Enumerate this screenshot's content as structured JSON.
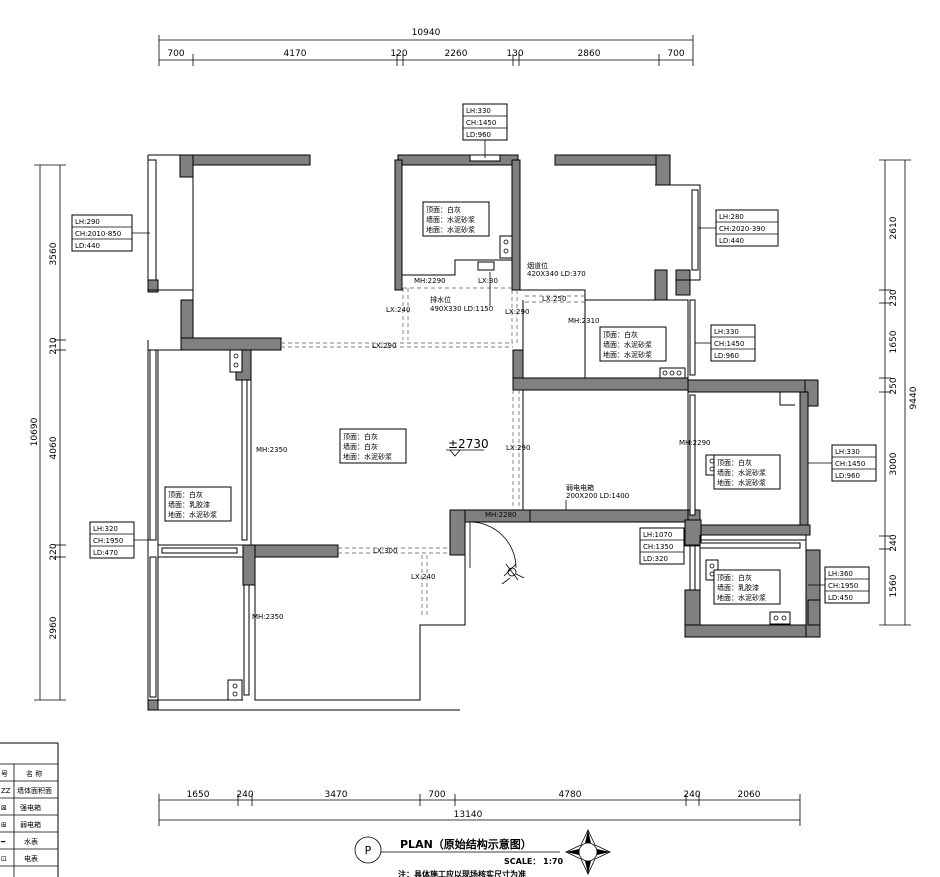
{
  "top_dims": {
    "total": "10940",
    "segments": [
      "700",
      "4170",
      "120",
      "2260",
      "130",
      "2860",
      "700"
    ]
  },
  "bottom_dims": {
    "total": "13140",
    "segments": [
      "1650",
      "240",
      "3470",
      "700",
      "4780",
      "240",
      "2060"
    ]
  },
  "left_dims": {
    "total": "10690",
    "segments": [
      "3560",
      "210",
      "4060",
      "220",
      "2960"
    ]
  },
  "right_dims": {
    "total": "9440",
    "segments": [
      "2610",
      "230",
      "1650",
      "250",
      "3000",
      "240",
      "1560"
    ]
  },
  "info_boxes": [
    {
      "lines": [
        "LH:330",
        "CH:1450",
        "LD:960"
      ]
    },
    {
      "lines": [
        "LH:290",
        "CH:2010-850",
        "LD:440"
      ]
    },
    {
      "lines": [
        "LH:280",
        "CH:2020-390",
        "LD:440"
      ]
    },
    {
      "lines": [
        "LH:330",
        "CH:1450",
        "LD:960"
      ]
    },
    {
      "lines": [
        "LH:320",
        "CH:1950",
        "LD:470"
      ]
    },
    {
      "lines": [
        "LH:330",
        "CH:1450",
        "LD:960"
      ]
    },
    {
      "lines": [
        "LH:1070",
        "CH:1350",
        "LD:320"
      ]
    },
    {
      "lines": [
        "LH:360",
        "CH:1950",
        "LD:450"
      ]
    }
  ],
  "room_notes": [
    {
      "lines": [
        "顶面：白灰",
        "墙面：水泥砂浆",
        "地面：水泥砂浆"
      ]
    },
    {
      "lines": [
        "顶面：白灰",
        "墙面：水泥砂浆",
        "地面：水泥砂浆"
      ]
    },
    {
      "lines": [
        "顶面：白灰",
        "墙面：白灰",
        "地面：水泥砂浆"
      ]
    },
    {
      "lines": [
        "顶面：白灰",
        "墙面：乳胶漆",
        "地面：水泥砂浆"
      ]
    },
    {
      "lines": [
        "顶面：白灰",
        "墙面：水泥砂浆",
        "地面：水泥砂浆"
      ]
    },
    {
      "lines": [
        "顶面：白灰",
        "墙面：乳胶漆",
        "地面：水泥砂浆"
      ]
    }
  ],
  "annotations": {
    "elevation": "±2730",
    "mh_2290_a": "MH:2290",
    "lx_30": "LX:30",
    "lx_240_a": "LX:240",
    "lx_290_a": "LX:290",
    "lx_250": "LX:250",
    "mh_2310": "MH:2310",
    "lx_290_b": "LX:290",
    "mh_2350_a": "MH:2350",
    "lx_290_c": "LX:290",
    "mh_2290_b": "MH:2290",
    "mh_2280": "MH:2280",
    "lx_300": "LX:300",
    "lx_240_b": "LX:240",
    "mh_2350_b": "MH:2350",
    "pipe1": "烟道位",
    "pipe1_size": "420X340  LD:370",
    "pipe2": "排水位",
    "pipe2_size": "490X330  LD:1150",
    "meter": "弱电电箱",
    "meter_size": "200X200  LD:1400"
  },
  "legend": {
    "headers": [
      "号",
      "名 称"
    ],
    "rows": [
      {
        "symbol": "ZZ",
        "name": "墙体面积面"
      },
      {
        "symbol": "⊠",
        "name": "强电箱"
      },
      {
        "symbol": "⊞",
        "name": "弱电箱"
      },
      {
        "symbol": "━",
        "name": "水表"
      },
      {
        "symbol": "⊡",
        "name": "电表"
      }
    ]
  },
  "title": {
    "symbol": "P",
    "name": "PLAN（原始结构示意图）",
    "scale": "SCALE： 1:70",
    "note": "注：具体施工应以现场核实尺寸为准"
  }
}
